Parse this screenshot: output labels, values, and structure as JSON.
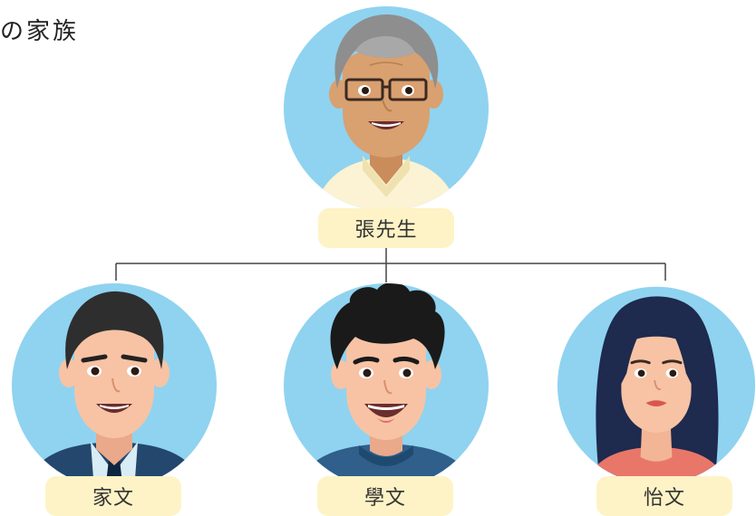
{
  "title": "の家族",
  "family": {
    "father": {
      "name": "張先生",
      "avatar_icon": "grandfather-avatar-icon"
    },
    "children": [
      {
        "name": "家文",
        "avatar_icon": "young-man-suit-avatar-icon"
      },
      {
        "name": "學文",
        "avatar_icon": "young-man-spiky-hair-avatar-icon"
      },
      {
        "name": "怡文",
        "avatar_icon": "young-woman-long-hair-avatar-icon"
      }
    ]
  },
  "colors": {
    "avatar_background": "#8fd3f0",
    "name_tag": "#fdf3c6",
    "connector": "#444444",
    "skin": "#f7c3a4",
    "father_skin": "#d9a070"
  }
}
